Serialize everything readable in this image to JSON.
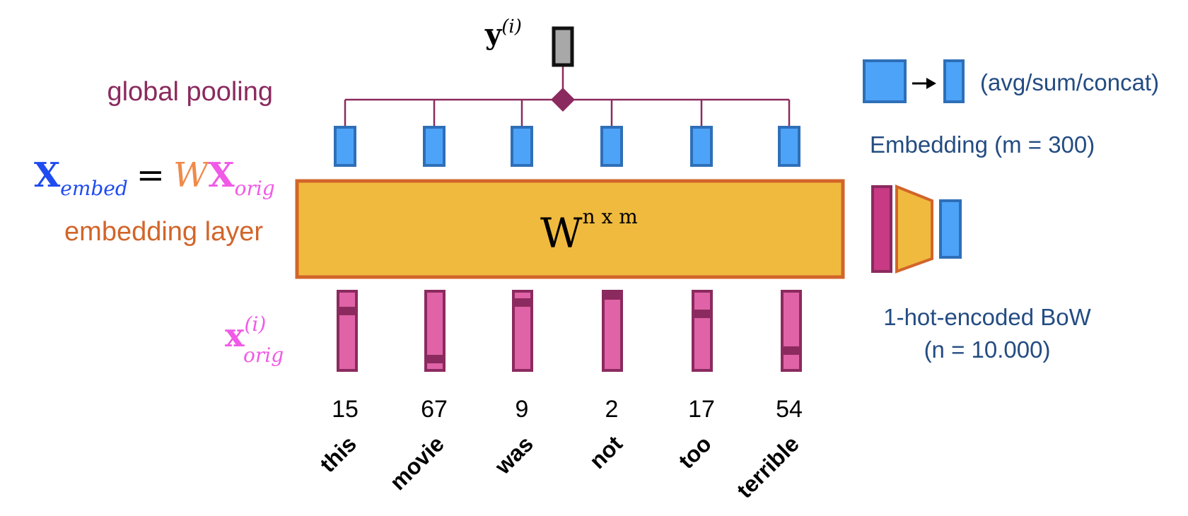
{
  "colors": {
    "pooling": "#8B2A5E",
    "embedding_layer_text": "#D2652A",
    "matrix_fill": "#F0BA3E",
    "matrix_border": "#D2652A",
    "embed_vector_fill": "#4DA3F7",
    "embed_vector_border": "#2E6FB8",
    "onehot_fill": "#E063A7",
    "onehot_border": "#8B2A5E",
    "x_embed": "#1F4BF0",
    "x_orig": "#F05AE6",
    "w_italic": "#F08A4A",
    "legend_text": "#244C82",
    "output_fill": "#A8A8A8"
  },
  "labels": {
    "global_pooling": "global pooling",
    "embedding_layer": "embedding layer",
    "y_label": {
      "base": "y",
      "sup": "(i)"
    },
    "equation": {
      "lhs_base": "X",
      "lhs_sub": "embed",
      "equals": "=",
      "w": "W",
      "rhs_base": "X",
      "rhs_sub": "orig"
    },
    "x_orig_label": {
      "base": "x",
      "sup": "(i)",
      "sub": "orig"
    },
    "matrix": {
      "base": "W",
      "sup": "n x m"
    }
  },
  "tokens": [
    {
      "id": "15",
      "word": "this"
    },
    {
      "id": "67",
      "word": "movie"
    },
    {
      "id": "9",
      "word": "was"
    },
    {
      "id": "2",
      "word": "not"
    },
    {
      "id": "17",
      "word": "too"
    },
    {
      "id": "54",
      "word": "terrible"
    }
  ],
  "legend": {
    "pooling_ops": "(avg/sum/concat)",
    "embedding": "Embedding (m = 300)",
    "bow_line1": "1-hot-encoded BoW",
    "bow_line2": "(n = 10.000)"
  }
}
